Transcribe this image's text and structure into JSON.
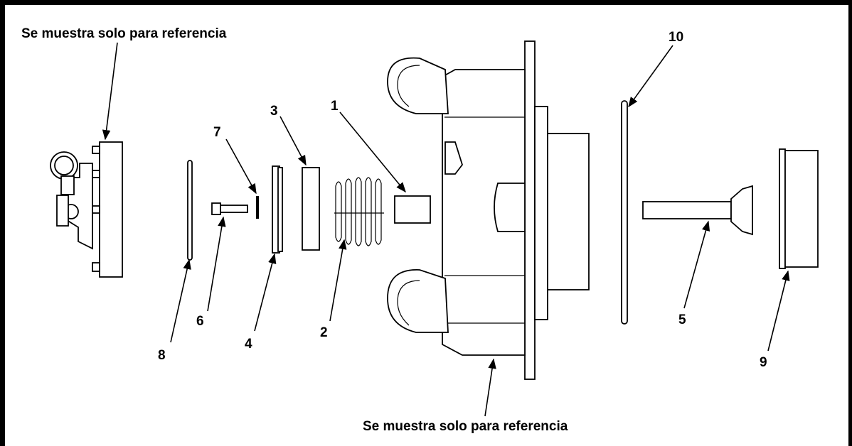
{
  "diagram": {
    "reference_note_top": "Se muestra solo para referencia",
    "reference_note_bottom": "Se muestra solo para referencia",
    "callouts": {
      "c1": "1",
      "c2": "2",
      "c3": "3",
      "c4": "4",
      "c5": "5",
      "c6": "6",
      "c7": "7",
      "c8": "8",
      "c9": "9",
      "c10": "10"
    }
  }
}
